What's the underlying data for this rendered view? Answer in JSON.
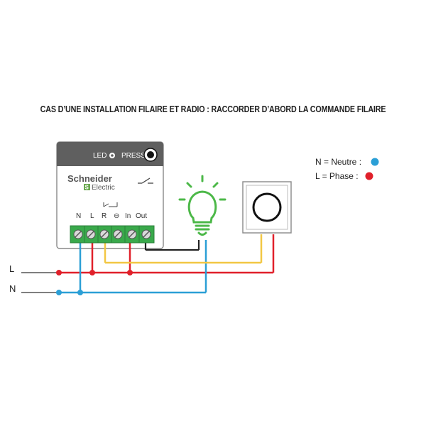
{
  "title": "CAS D’UNE INSTALLATION FILAIRE ET RADIO : RACCORDER D’ABORD LA COMMANDE FILAIRE",
  "module": {
    "led_label": "LED",
    "press_label": "PRESS",
    "brand_line1": "Schneider",
    "brand_line2": "Electric",
    "terminals": [
      "N",
      "L",
      "R",
      "⊖",
      "In",
      "Out"
    ]
  },
  "legend": {
    "neutral": "N = Neutre :",
    "phase": "L = Phase :"
  },
  "lines": {
    "l_label": "L",
    "n_label": "N"
  },
  "colors": {
    "phase": "#e0202a",
    "neutral": "#2b9fd6",
    "control": "#f2c744",
    "load": "#222222",
    "terminal_block": "#39a94b",
    "bulb": "#4cb848",
    "module_header": "#5f5f5f"
  },
  "icons": [
    "bulb-icon",
    "push-button-icon",
    "relay-contact-icon",
    "schneider-logo-icon"
  ]
}
